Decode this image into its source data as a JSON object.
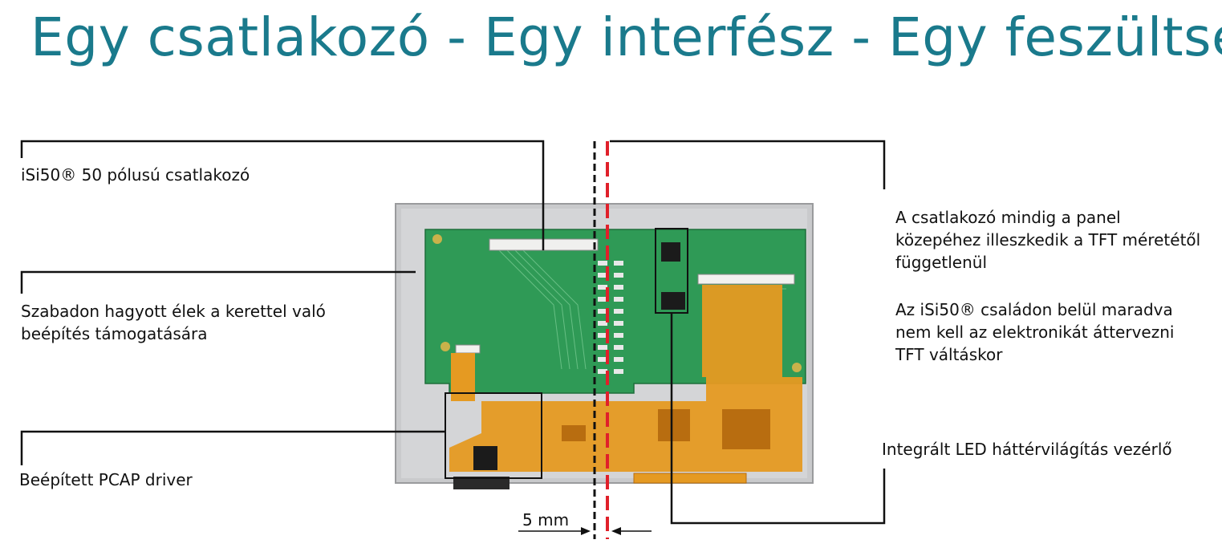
{
  "title": "Egy csatlakozó - Egy interfész - Egy feszültség",
  "callouts": {
    "connector": "iSi50® 50 pólusú csatlakozó",
    "edges": [
      "Szabadon hagyott élek a kerettel való",
      "beépítés támogatására"
    ],
    "pcap": "Beépített PCAP driver",
    "center": [
      "A csatlakozó mindig a panel",
      "közepéhez illeszkedik a TFT méretétől",
      "függetlenül"
    ],
    "family": [
      "Az iSi50® családon belül maradva",
      "nem kell az elektronikát áttervezni",
      "TFT váltáskor"
    ],
    "led": "Integrált LED háttérvilágítás vezérlő"
  },
  "dimension": "5 mm",
  "colors": {
    "title": "#1a7a8c",
    "pcb": "#2f9a56",
    "flex": "#e59a22",
    "frame": "#c9cacc",
    "center_line": "#e0202a"
  }
}
